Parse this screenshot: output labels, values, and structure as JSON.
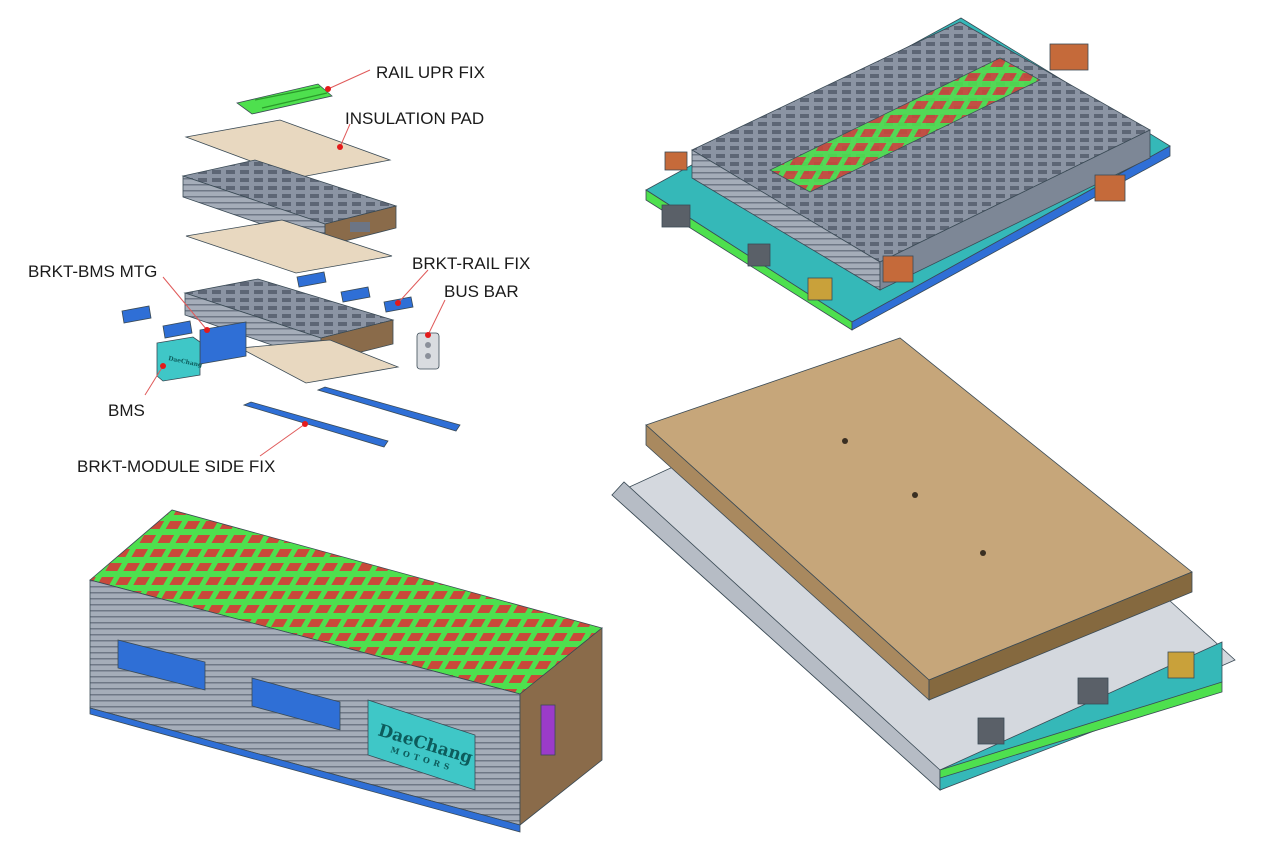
{
  "labels": {
    "rail_upr_fix": "RAIL UPR FIX",
    "insulation_pad": "INSULATION PAD",
    "brkt_bms_mtg": "BRKT-BMS MTG",
    "brkt_rail_fix": "BRKT-RAIL FIX",
    "bus_bar": "BUS BAR",
    "bms": "BMS",
    "brkt_module_side_fix": "BRKT-MODULE SIDE FIX"
  },
  "branding": {
    "name": "DaeChang",
    "sub": "MOTORS"
  },
  "colors": {
    "rail_green": "#4ee04e",
    "pad_tan": "#e8d8c0",
    "module_grey": "#9aa2b0",
    "bracket_blue": "#2f6fd6",
    "bms_teal": "#3fc7c7",
    "cover_tan": "#c6a67a",
    "tray_teal": "#35b8b8",
    "copper": "#c56a3a",
    "leader_red": "#e31b1b"
  },
  "views": [
    "exploded-module",
    "pack-assembly-open",
    "module-assembled",
    "pack-assembly-covered"
  ]
}
